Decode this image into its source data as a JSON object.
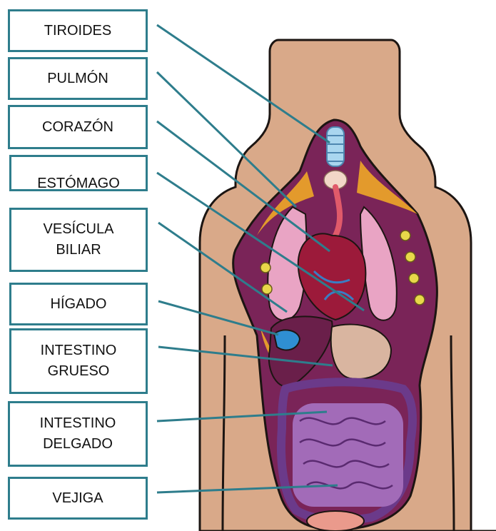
{
  "labels": [
    {
      "lines": [
        "TIROIDES"
      ]
    },
    {
      "lines": [
        "PULMÓN"
      ]
    },
    {
      "lines": [
        "CORAZÓN"
      ]
    },
    {
      "lines": [
        "ESTÓMAGO"
      ]
    },
    {
      "lines": [
        "VESÍCULA",
        "BILIAR"
      ]
    },
    {
      "lines": [
        "HÍGADO"
      ]
    },
    {
      "lines": [
        "INTESTINO",
        "GRUESO"
      ]
    },
    {
      "lines": [
        "INTESTINO",
        "DELGADO"
      ]
    },
    {
      "lines": [
        "VEJIGA"
      ]
    }
  ],
  "colors": {
    "skin": "#d9a989",
    "outline": "#1c1512",
    "leader_line": "#2e7d8c",
    "box_border": "#2e7d8c",
    "heart": "#9c1a3a",
    "lung": "#e9a4c4",
    "liver": "#6a1f4a",
    "gallbladder": "#2f8fd2",
    "stomach": "#d9b5a0",
    "intestine": "#a26bb8",
    "cavity": "#7a2458",
    "fat": "#e39a2c"
  },
  "icons": [
    "human-torso-illustration"
  ]
}
